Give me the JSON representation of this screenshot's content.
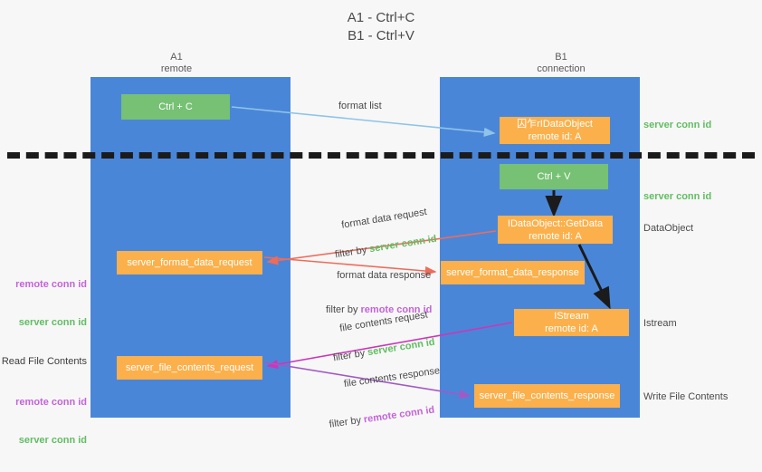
{
  "title": "A1 - Ctrl+C\nB1 - Ctrl+V",
  "columns": {
    "left": "A1\nremote",
    "right": "B1\nconnection"
  },
  "boxes": {
    "ctrl_c": "Ctrl + C",
    "data_object": "囚乍rIDataObject\nremote id: A",
    "ctrl_v": "Ctrl + V",
    "get_data": "IDataObject::GetData\nremote id: A",
    "format_data_request": "server_format_data_request",
    "format_data_response": "server_format_data_response",
    "istream": "IStream\nremote id: A",
    "file_contents_request": "server_file_contents_request",
    "file_contents_response": "server_file_contents_response"
  },
  "side_labels": {
    "server_conn_id_1": "server conn id",
    "server_conn_id_2": "server conn id",
    "data_object": "DataObject",
    "istream": "Istream",
    "write_file_contents": "Write File Contents"
  },
  "left_labels": {
    "remote_conn_id_1": "remote conn id",
    "server_conn_id_1": "server conn id",
    "read_file_contents": "Read File Contents",
    "remote_conn_id_2": "remote conn id",
    "server_conn_id_2": "server conn id"
  },
  "annotations": {
    "format_list": "format list",
    "format_data_request": "format data request",
    "format_data_request_filter_prefix": "filter by ",
    "format_data_request_filter_value": "server conn id",
    "format_data_response": "format data response",
    "format_data_response_filter_prefix": "filter by ",
    "format_data_response_filter_value": "remote conn id",
    "file_contents_request": "file contents request",
    "file_contents_request_filter_prefix": "filter by ",
    "file_contents_request_filter_value": "server conn id",
    "file_contents_response": "file contents response",
    "file_contents_response_filter_prefix": "filter by ",
    "file_contents_response_filter_value": "remote conn id"
  },
  "colors": {
    "lane": "#4a86d8",
    "green_box": "#76c174",
    "orange_box": "#fbb04b",
    "server_conn": "#62bd63",
    "remote_conn": "#c364d8",
    "arrow_light_blue": "#8fc4e8",
    "arrow_red": "#ee6c5a",
    "arrow_magenta": "#cc36b8",
    "arrow_purple": "#a259c6",
    "arrow_dark": "#1b1b1b",
    "background": "#f7f7f7"
  }
}
